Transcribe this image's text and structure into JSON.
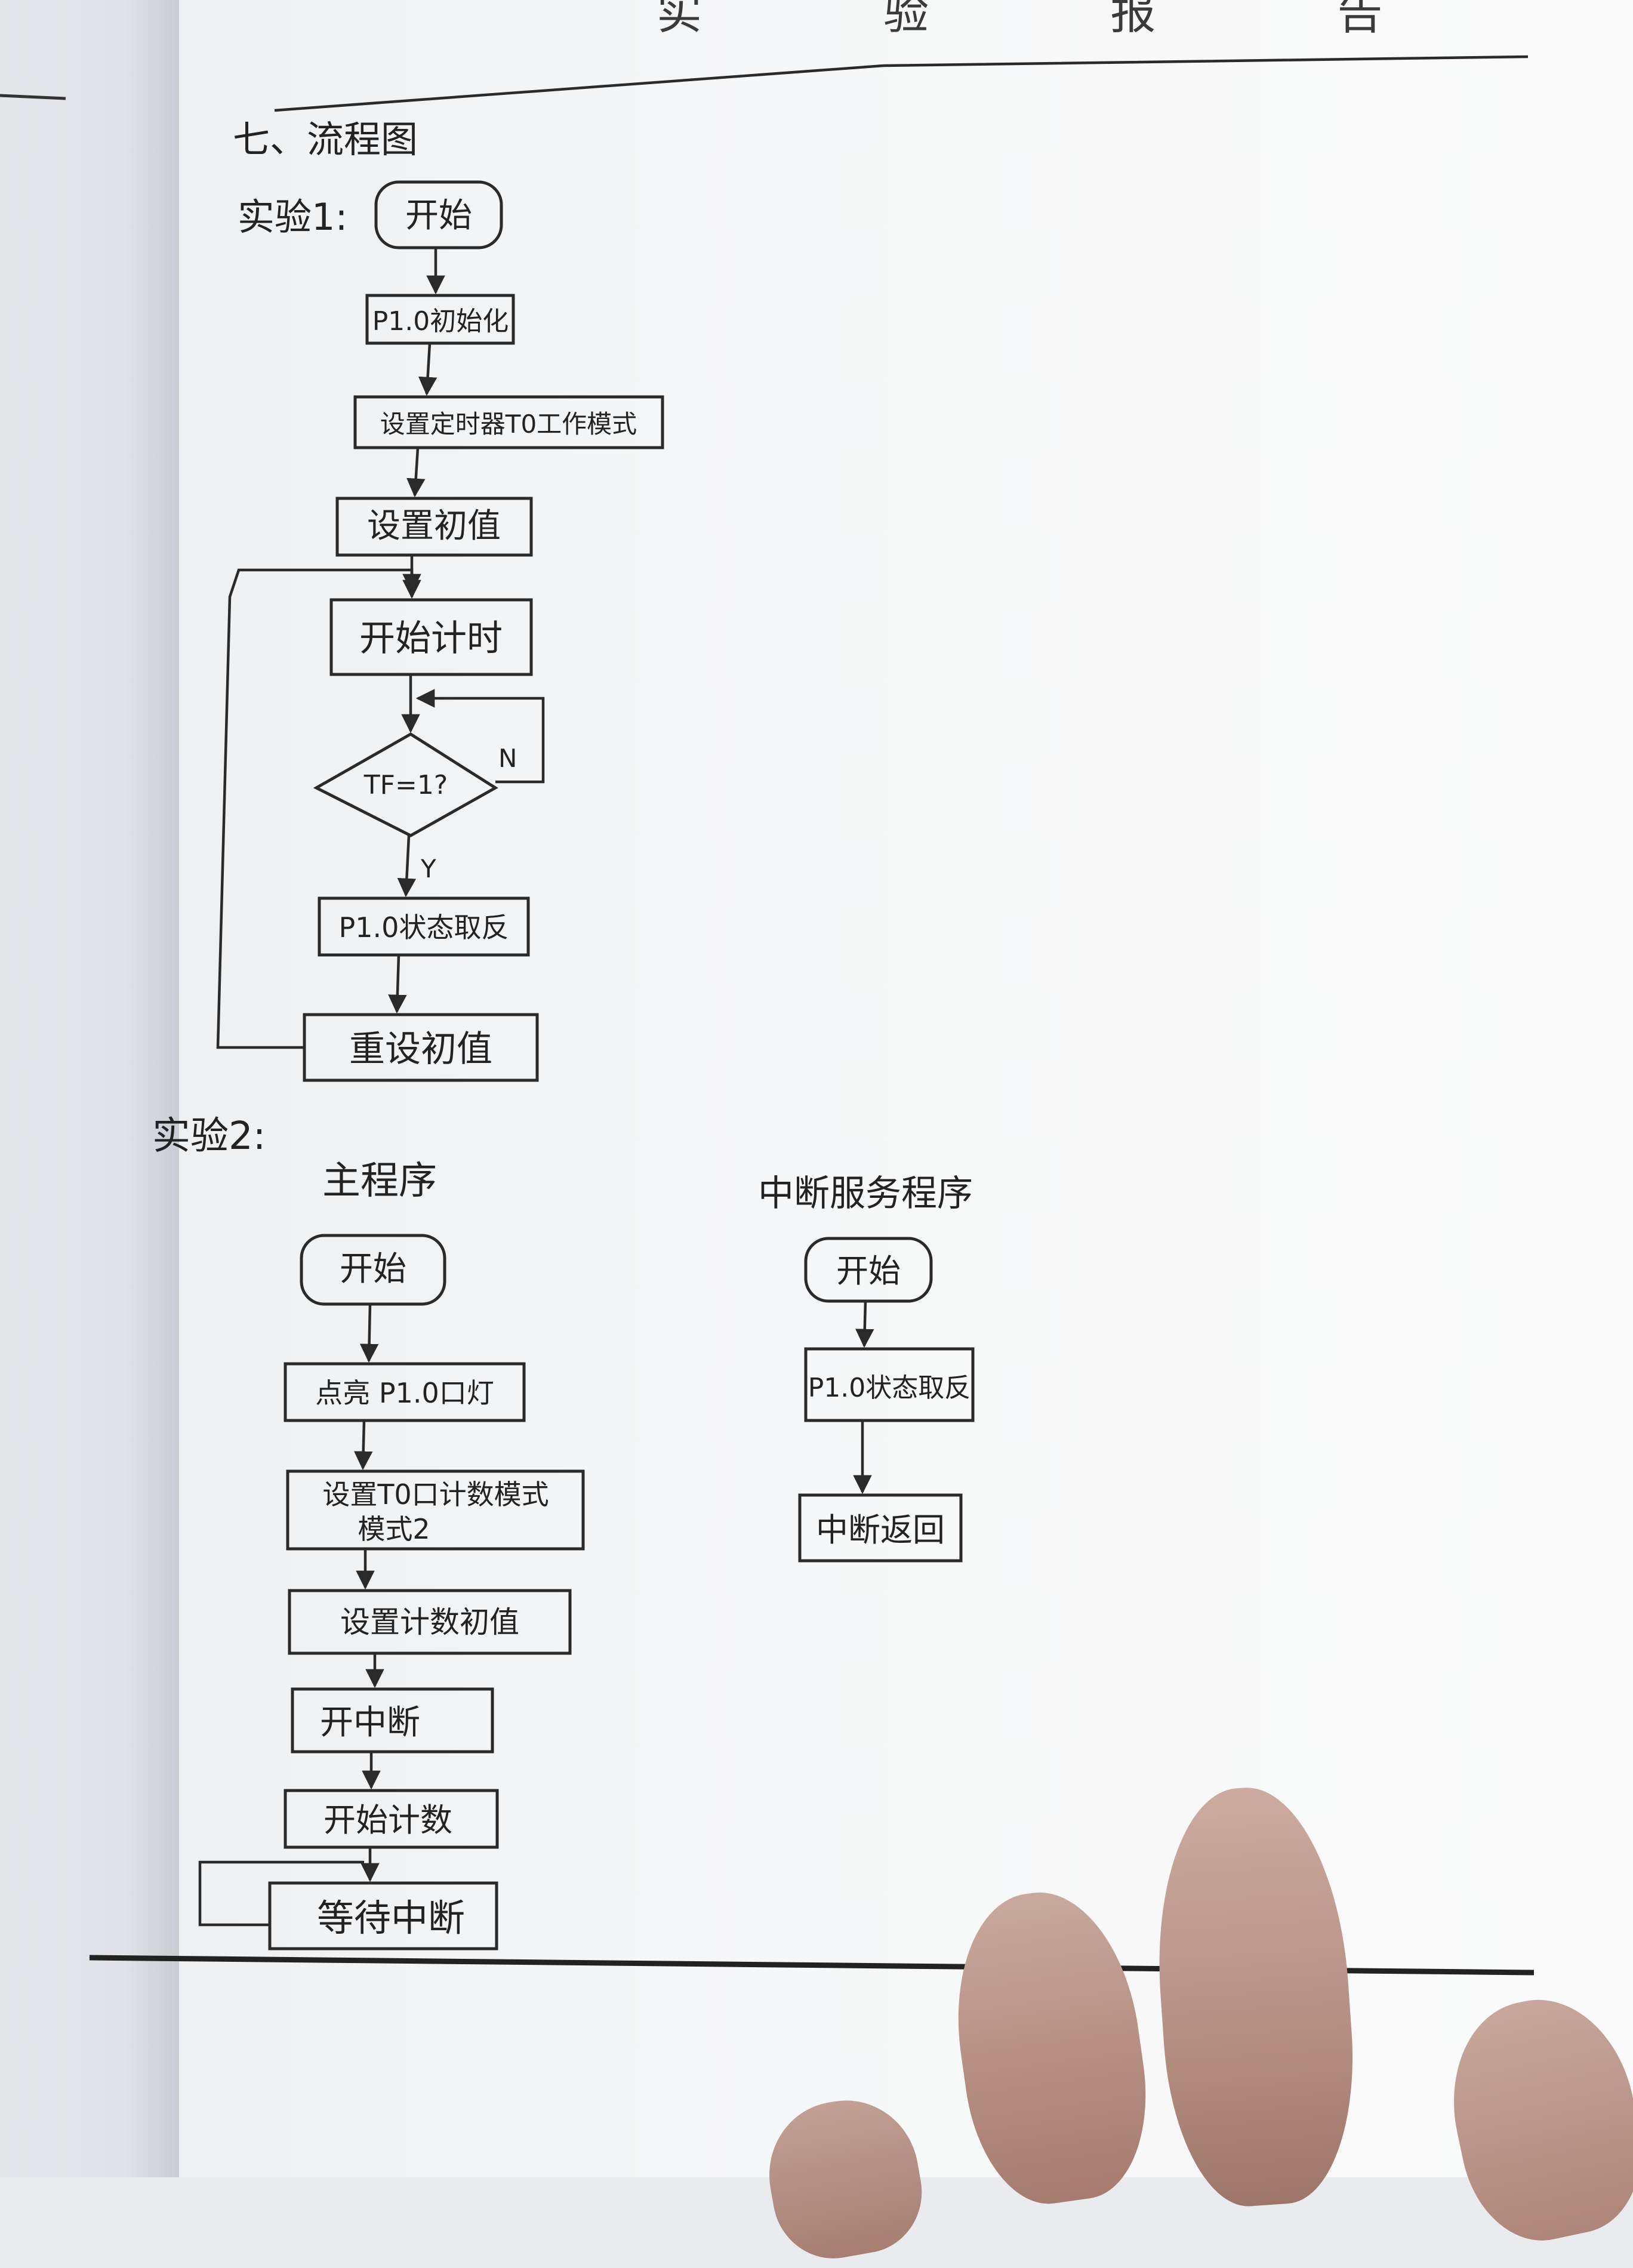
{
  "header": {
    "title": "实 验 报 告"
  },
  "section": {
    "label": "七、流程图"
  },
  "exp1": {
    "label": "实验1:",
    "start": "开始",
    "step1": "P1.0初始化",
    "step2": "设置定时器T0工作模式",
    "step3": "设置初值",
    "step4": "开始计时",
    "decision": "TF=1?",
    "no": "N",
    "yes": "Y",
    "step5": "P1.0状态取反",
    "step6": "重设初值"
  },
  "exp2": {
    "label": "实验2:",
    "main": {
      "title": "主程序",
      "start": "开始",
      "step1": "点亮 P1.0口灯",
      "step2_line1": "设置T0口计数模式",
      "step2_line2": "模式2",
      "step3": "设置计数初值",
      "step4": "开中断",
      "step5": "开始计数",
      "step6": "等待中断"
    },
    "isr": {
      "title": "中断服务程序",
      "start": "开始",
      "step1": "P1.0状态取反",
      "step2": "中断返回"
    }
  }
}
